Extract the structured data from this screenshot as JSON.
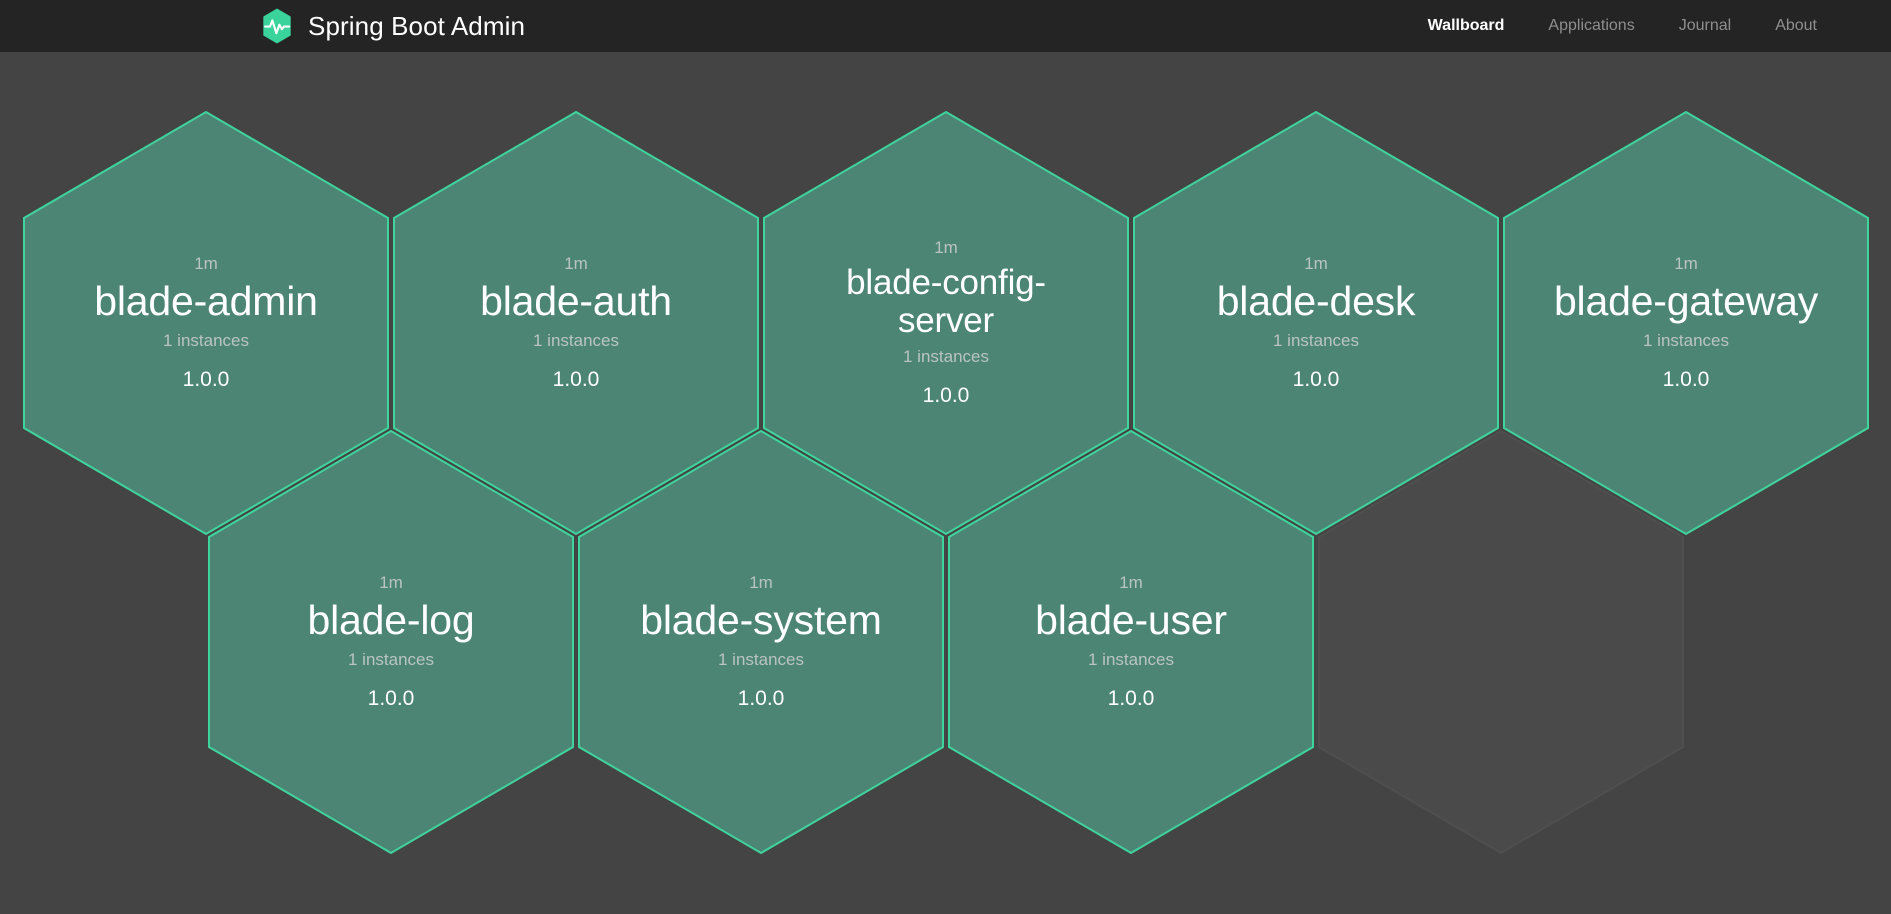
{
  "brand": {
    "title": "Spring Boot Admin",
    "logo_icon": "heartbeat-hexagon-icon",
    "logo_color": "#3bd39c"
  },
  "nav": {
    "items": [
      {
        "label": "Wallboard",
        "active": true
      },
      {
        "label": "Applications",
        "active": false
      },
      {
        "label": "Journal",
        "active": false
      },
      {
        "label": "About",
        "active": false
      }
    ]
  },
  "theme": {
    "navbar_bg": "#242424",
    "page_bg": "#444444",
    "hex_fill": "#4d8575",
    "hex_border": "#3fd49e",
    "placeholder_fill": "#4a4a4a",
    "text_primary": "#ffffff",
    "text_muted": "#b9c4c0"
  },
  "wallboard": {
    "applications": [
      {
        "status": "1m",
        "name": "blade-admin",
        "instances": "1 instances",
        "version": "1.0.0"
      },
      {
        "status": "1m",
        "name": "blade-auth",
        "instances": "1 instances",
        "version": "1.0.0"
      },
      {
        "status": "1m",
        "name": "blade-config-server",
        "instances": "1 instances",
        "version": "1.0.0"
      },
      {
        "status": "1m",
        "name": "blade-desk",
        "instances": "1 instances",
        "version": "1.0.0"
      },
      {
        "status": "1m",
        "name": "blade-gateway",
        "instances": "1 instances",
        "version": "1.0.0"
      },
      {
        "status": "1m",
        "name": "blade-log",
        "instances": "1 instances",
        "version": "1.0.0"
      },
      {
        "status": "1m",
        "name": "blade-system",
        "instances": "1 instances",
        "version": "1.0.0"
      },
      {
        "status": "1m",
        "name": "blade-user",
        "instances": "1 instances",
        "version": "1.0.0"
      }
    ]
  }
}
